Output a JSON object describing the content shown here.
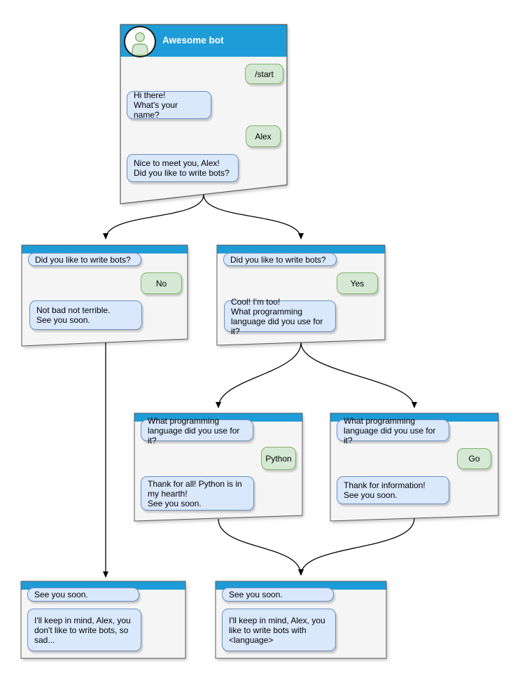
{
  "colors": {
    "header_blue": "#1e9cd7",
    "node_fill": "#f5f5f5",
    "node_border": "#595959",
    "bot_bubble_fill": "#dae8fc",
    "bot_bubble_border": "#6c8ebf",
    "user_bubble_fill": "#d5e8d4",
    "user_bubble_border": "#82b366",
    "arrow_color": "#000000"
  },
  "nodes": {
    "root": {
      "header_title": "Awesome bot",
      "avatar_icon": "person-icon",
      "messages": {
        "start_command": "/start",
        "greeting": "Hi there!\nWhat's your name?",
        "user_name": "Alex",
        "nice_to_meet": "Nice to meet you, Alex!\nDid you like to write bots?"
      }
    },
    "branch_no": {
      "question": "Did you like to write bots?",
      "answer": "No",
      "reply": "Not bad not terrible.\nSee you soon."
    },
    "branch_yes": {
      "question": "Did you like to write bots?",
      "answer": "Yes",
      "reply": "Cool! I'm too!\nWhat programming\nlanguage did you use for it?"
    },
    "branch_python": {
      "question": "What programming\nlanguage did you use for it?",
      "answer": "Python",
      "reply": "Thank for all! Python is in\nmy hearth!\nSee you soon."
    },
    "branch_go": {
      "question": "What programming\nlanguage did you use for it?",
      "answer": "Go",
      "reply": "Thank for information!\nSee you soon."
    },
    "end_no": {
      "question": "See you soon.",
      "reply": "I'll keep in mind, Alex, you\ndon't like to write bots, so\nsad..."
    },
    "end_yes": {
      "question": "See you soon.",
      "reply": "I'll keep in mind, Alex, you\nlike to write bots with\n<language>"
    }
  }
}
